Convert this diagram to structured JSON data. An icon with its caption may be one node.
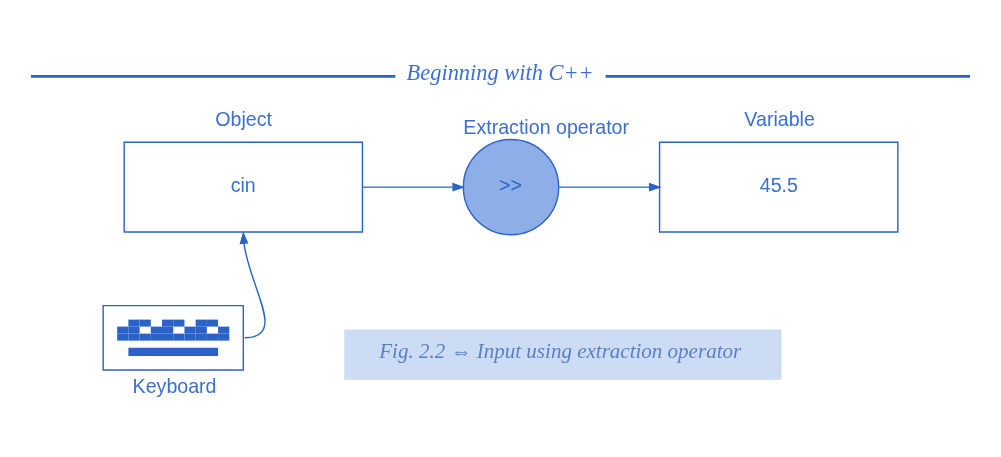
{
  "diagram": {
    "title": "Beginning with C++",
    "caption": "Fig. 2.2 ⇔ Input using extraction operator",
    "nodes": [
      {
        "text": [
          "Object",
          "cin"
        ]
      },
      {
        "text": [
          "Extraction operator",
          ">>"
        ]
      },
      {
        "text": [
          "Variable",
          "45.5"
        ]
      },
      {
        "text": [
          "Keyboard"
        ]
      }
    ],
    "edges": [
      {
        "from": 0,
        "to": 1,
        "arrow": "to"
      },
      {
        "from": 1,
        "to": 2,
        "arrow": "to"
      },
      {
        "from": 3,
        "to": 0,
        "arrow": "to"
      }
    ]
  }
}
